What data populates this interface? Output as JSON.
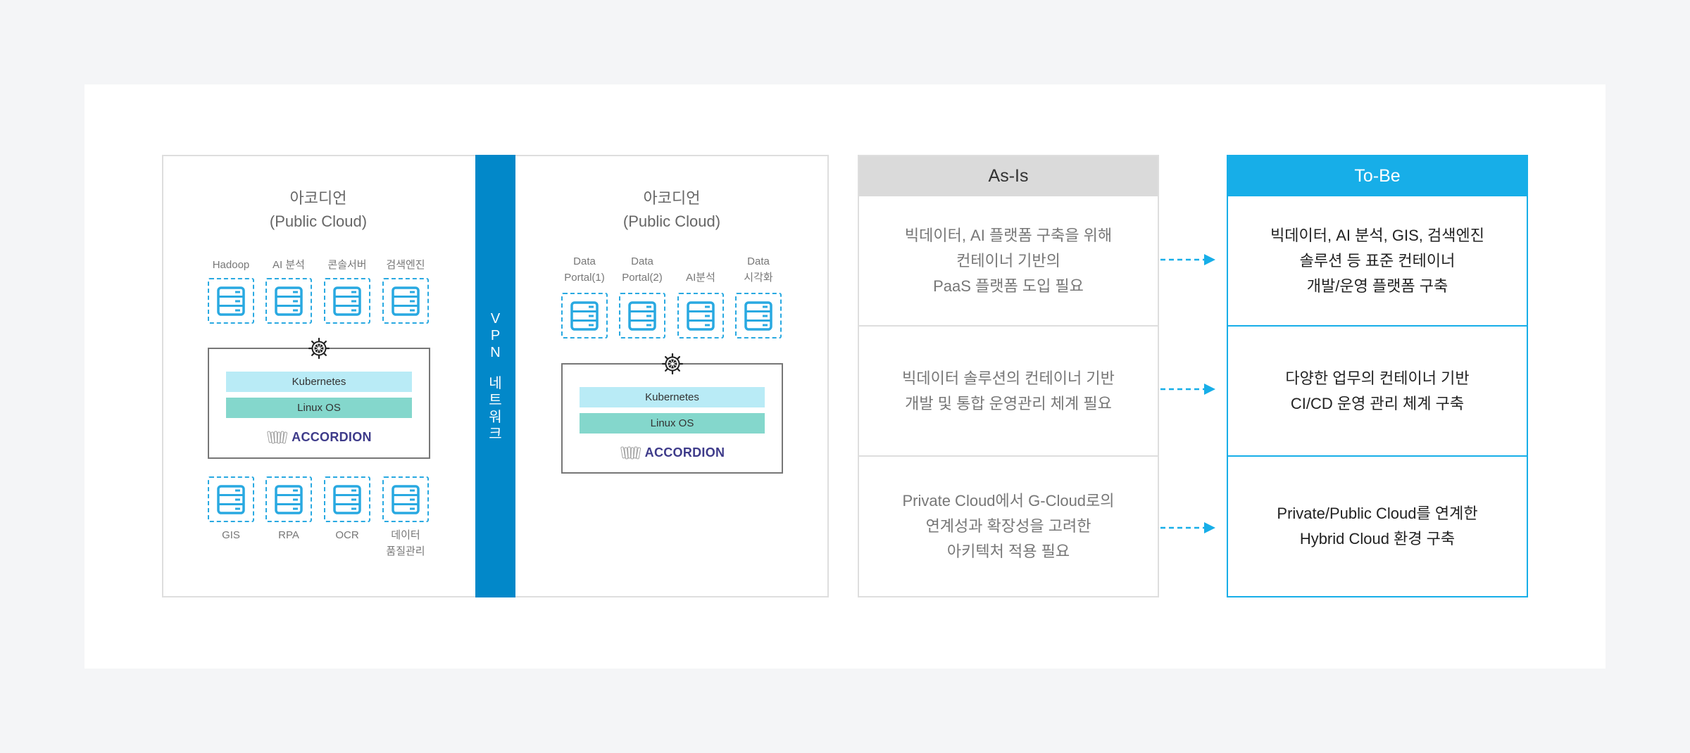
{
  "diagram": {
    "left_cluster": {
      "title_line1": "아코디언",
      "title_line2": "(Public Cloud)",
      "top_servers": [
        {
          "label": "Hadoop"
        },
        {
          "label": "AI 분석"
        },
        {
          "label": "콘솔서버"
        },
        {
          "label": "검색엔진"
        }
      ],
      "bottom_servers": [
        {
          "label": "GIS"
        },
        {
          "label": "RPA"
        },
        {
          "label": "OCR"
        },
        {
          "label": "데이터\n품질관리",
          "line1": "데이터",
          "line2": "품질관리"
        }
      ],
      "platform": {
        "kubernetes": "Kubernetes",
        "os": "Linux OS",
        "brand": "ACCORDION"
      }
    },
    "vpn": {
      "line1": "VPN",
      "line2": "네트워크"
    },
    "right_cluster": {
      "title_line1": "아코디언",
      "title_line2": "(Public Cloud)",
      "servers": [
        {
          "line1": "Data",
          "line2": "Portal(1)"
        },
        {
          "line1": "Data",
          "line2": "Portal(2)"
        },
        {
          "line1": "",
          "line2": "AI분석"
        },
        {
          "line1": "Data",
          "line2": "시각화"
        }
      ],
      "platform": {
        "kubernetes": "Kubernetes",
        "os": "Linux OS",
        "brand": "ACCORDION"
      }
    }
  },
  "comparison": {
    "asis": {
      "header": "As-Is",
      "rows": [
        "빅데이터, AI 플랫폼 구축을 위해\n컨테이너 기반의\nPaaS 플랫폼 도입 필요",
        "빅데이터 솔루션의 컨테이너 기반\n개발 및 통합 운영관리 체계 필요",
        "Private Cloud에서 G-Cloud로의\n연계성과 확장성을 고려한\n아키텍처 적용 필요"
      ]
    },
    "tobe": {
      "header": "To-Be",
      "rows": [
        "빅데이터, AI 분석, GIS, 검색엔진\n솔루션 등 표준 컨테이너\n개발/운영 플랫폼 구축",
        "다양한 업무의 컨테이너 기반\nCI/CD 운영 관리 체계 구축",
        "Private/Public Cloud를 연계한\nHybrid Cloud 환경 구축"
      ]
    }
  },
  "colors": {
    "accent": "#17aee8",
    "vpn": "#0288c9",
    "server_icon": "#29a9e1",
    "kubernetes_bar": "#b9ebf6",
    "linux_bar": "#84d7cc",
    "brand": "#3e3b8a",
    "asis_header": "#dadada",
    "page_bg": "#f4f5f7"
  }
}
